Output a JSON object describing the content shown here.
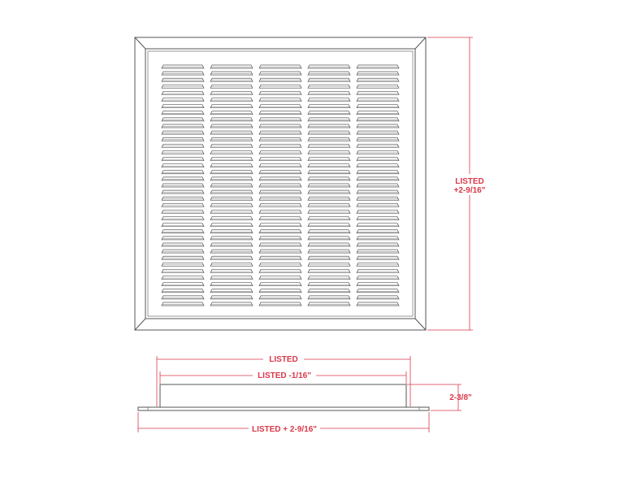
{
  "colors": {
    "outline": "#555555",
    "dimension": "#d9394a",
    "background": "#ffffff"
  },
  "front_view": {
    "louver_columns": 5,
    "louver_rows": 37
  },
  "dimensions": {
    "height_line1": "LISTED",
    "height_line2": "+2-9/16\"",
    "top_listed": "LISTED",
    "inner_listed": "LISTED -1/16\"",
    "depth": "2-3/8\"",
    "bottom_listed": "LISTED + 2-9/16\""
  }
}
